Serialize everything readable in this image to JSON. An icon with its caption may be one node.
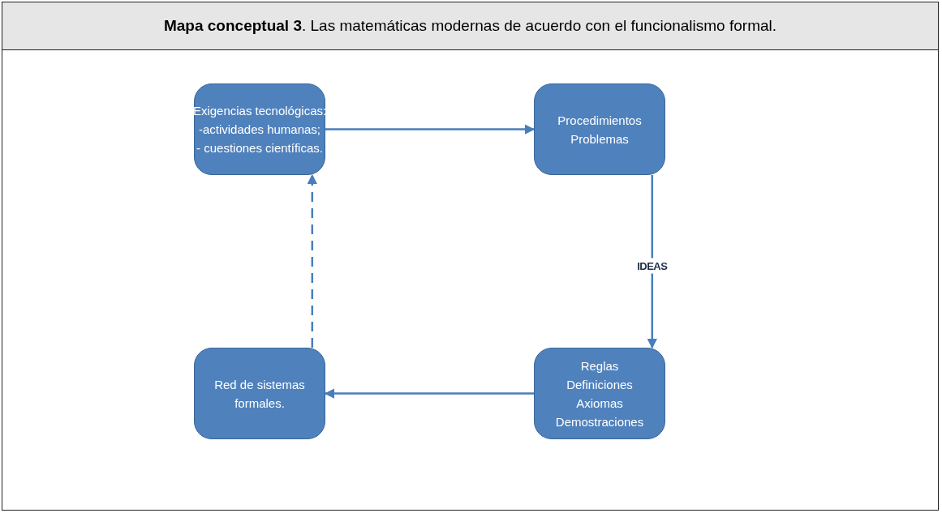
{
  "diagram": {
    "title": "**Mapa conceptual 3**. Las matemáticas modernas de acuerdo con el funcionalismo formal.",
    "nodes": [
      {
        "text": [
          "Exigencias tecnológicas:",
          "-actividades humanas;",
          "- cuestiones científicas."
        ]
      },
      {
        "text": [
          "Procedimientos",
          "Problemas"
        ]
      },
      {
        "text": [
          "Reglas",
          "Definiciones",
          "Axiomas",
          "Demostraciones"
        ]
      },
      {
        "text": [
          "Red de sistemas formales."
        ]
      }
    ],
    "edges": [
      {
        "from": 0,
        "to": 1,
        "arrow": "to"
      },
      {
        "from": 1,
        "to": 2,
        "arrow": "to",
        "label": "IDEAS"
      },
      {
        "from": 2,
        "to": 3,
        "arrow": "to"
      },
      {
        "from": 3,
        "to": 0,
        "arrow": "to",
        "style": "dashed"
      }
    ]
  }
}
